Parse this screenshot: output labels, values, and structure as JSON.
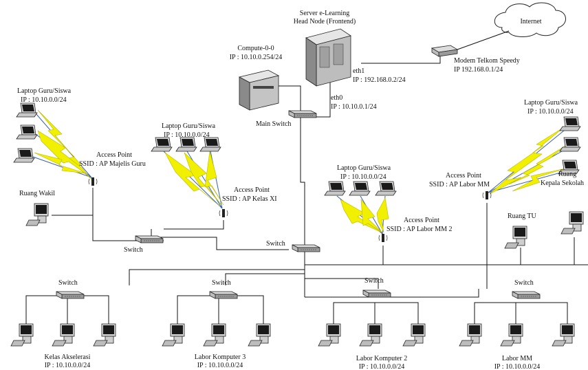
{
  "labels": {
    "server_title1": "Server e-Learning",
    "server_title2": "Head Node (Frontend)",
    "eth1_name": "eth1",
    "eth1_ip": "IP : 192.168.0.2/24",
    "eth0_name": "eth0",
    "eth0_ip": "IP : 10.10.0.1/24",
    "internet": "Internet",
    "modem_name": "Modem Telkom Speedy",
    "modem_ip": "IP 192.168.0.1/24",
    "compute_name": "Compute-0-0",
    "compute_ip": "IP : 10.10.0.254/24",
    "main_switch": "Main Switch",
    "laptop_guru": "Laptop Guru/Siswa",
    "laptop_ip": "IP : 10.10.0.0/24",
    "access_point": "Access Point",
    "ssid_majelis": "SSID : AP Majelis Guru",
    "ssid_kelas_xi": "SSID : AP Kelas XI",
    "ssid_labor_mm2": "SSID : AP Labor MM 2",
    "ssid_labor_mm": "SSID : AP Labor MM",
    "ruang_wakil": "Ruang Wakil",
    "switch": "Switch",
    "ruang_tu": "Ruang TU",
    "ruang": "Ruang",
    "kepala_sekolah": "Kepala Sekolah",
    "kelas_akselerasi": "Kelas Akselerasi",
    "labor_komputer3": "Labor Komputer 3",
    "labor_komputer2": "Labor Komputer 2",
    "labor_mm": "Labor MM",
    "lab_ip": "IP : 10.10.0.0/24"
  },
  "colors": {
    "wifi": "#f0f000",
    "lines": "#111111",
    "wifi_link": "#3a5fa8"
  }
}
